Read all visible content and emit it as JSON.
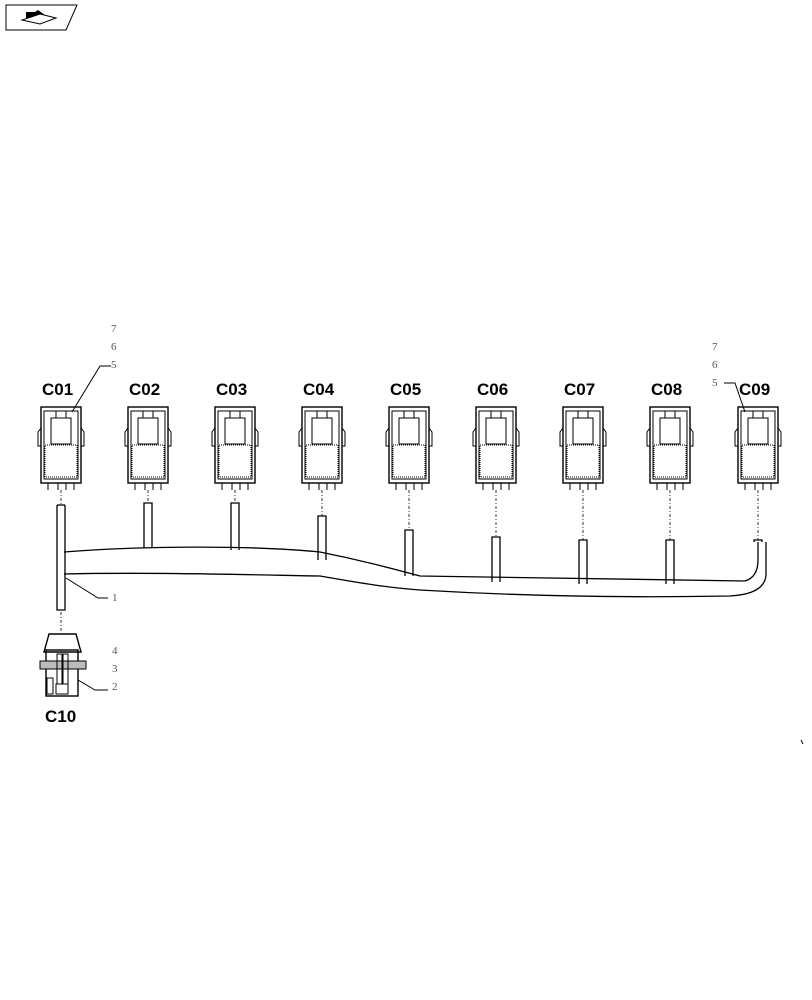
{
  "connectors": [
    {
      "id": "C01"
    },
    {
      "id": "C02"
    },
    {
      "id": "C03"
    },
    {
      "id": "C04"
    },
    {
      "id": "C05"
    },
    {
      "id": "C06"
    },
    {
      "id": "C07"
    },
    {
      "id": "C08"
    },
    {
      "id": "C09"
    }
  ],
  "bottom_connector": {
    "id": "C10"
  },
  "callouts": {
    "c01_top": [
      "7",
      "6",
      "5"
    ],
    "c09_top": [
      "7",
      "6",
      "5"
    ],
    "harness": "1",
    "c10": [
      "4",
      "3",
      "2"
    ]
  },
  "icons": {
    "corner": "book-arrow-icon"
  }
}
